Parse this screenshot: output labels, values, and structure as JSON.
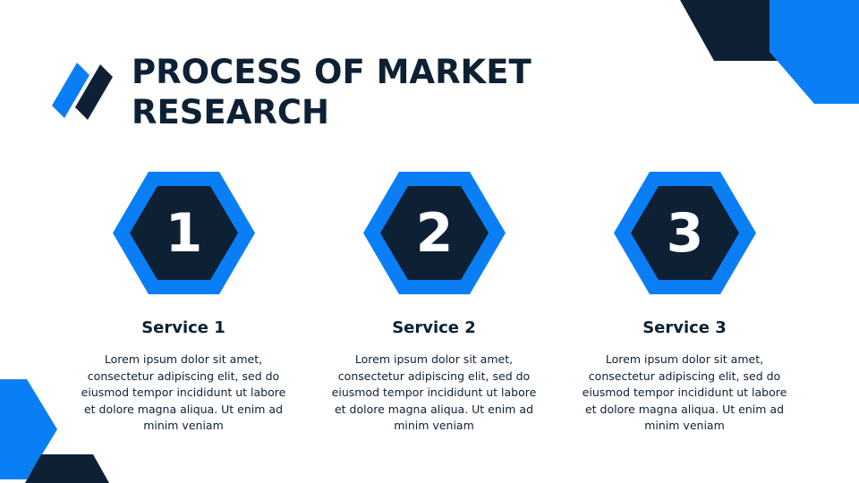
{
  "slide": {
    "title": "PROCESS OF MARKET RESEARCH",
    "colors": {
      "navy": "#0d2034",
      "blue": "#0a7ef5",
      "background": "#ffffff"
    },
    "steps": [
      {
        "number": "1",
        "title": "Service 1",
        "description": "Lorem ipsum dolor sit amet, consectetur adipiscing elit, sed do eiusmod tempor incididunt ut labore et dolore magna aliqua. Ut enim ad minim veniam"
      },
      {
        "number": "2",
        "title": "Service 2",
        "description": "Lorem ipsum dolor sit amet, consectetur adipiscing elit, sed do eiusmod tempor incididunt ut labore et dolore magna aliqua. Ut enim ad minim veniam"
      },
      {
        "number": "3",
        "title": "Service 3",
        "description": "Lorem ipsum dolor sit amet, consectetur adipiscing elit, sed do eiusmod tempor incididunt ut labore et dolore magna aliqua. Ut enim ad minim veniam"
      }
    ]
  }
}
